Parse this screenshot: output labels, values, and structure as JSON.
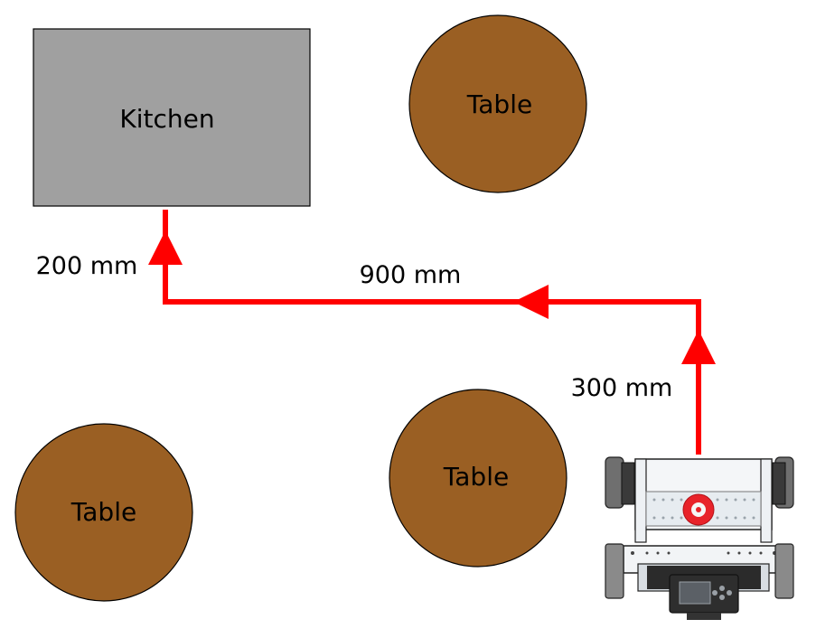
{
  "kitchen": {
    "label": "Kitchen",
    "fill": "#a0a0a0"
  },
  "tables": [
    {
      "label": "Table"
    },
    {
      "label": "Table"
    },
    {
      "label": "Table"
    }
  ],
  "table_fill": "#9a5f23",
  "path_color": "#ff0000",
  "distances": {
    "first_leg": "300 mm",
    "second_leg": "900 mm",
    "third_leg": "200 mm"
  },
  "robot": {
    "icon": "robot-icon",
    "accent": "#e8232a"
  }
}
